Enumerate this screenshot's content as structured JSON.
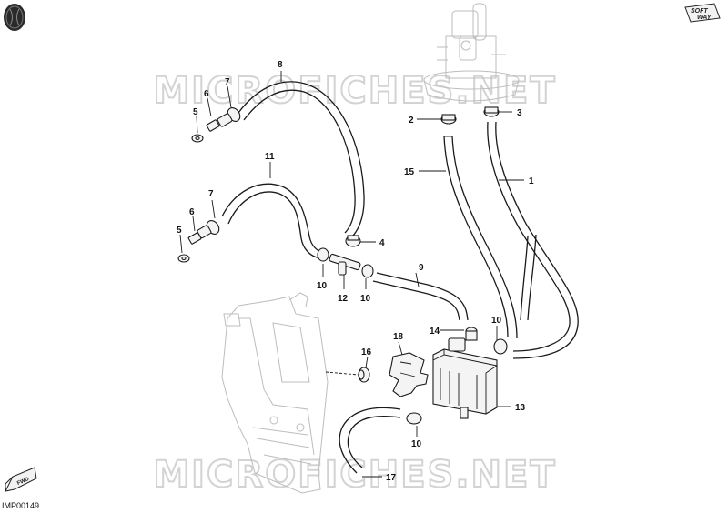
{
  "watermark": "MICROFICHES.NET",
  "diagram_code": "IMP00149",
  "badges": {
    "softway_top": "SOFT",
    "softway_bottom": "WAY",
    "forward": "FWD"
  },
  "icons": {
    "top_left": "circle-logo-icon",
    "top_right": "softway-logo-icon",
    "bottom_left": "fwd-arrow-icon"
  },
  "callouts": [
    "1",
    "2",
    "3",
    "4",
    "5",
    "6",
    "7",
    "8",
    "9",
    "10",
    "11",
    "12",
    "13",
    "14",
    "15",
    "16",
    "17",
    "18"
  ],
  "labels": {
    "c8": "8",
    "c7a": "7",
    "c6a": "6",
    "c5a": "5",
    "c2": "2",
    "c3": "3",
    "c15": "15",
    "c1": "1",
    "c11": "11",
    "c7b": "7",
    "c6b": "6",
    "c5b": "5",
    "c4": "4",
    "c9": "9",
    "c10a": "10",
    "c12": "12",
    "c10b": "10",
    "c14": "14",
    "c10c": "10",
    "c18": "18",
    "c16": "16",
    "c13": "13",
    "c10d": "10",
    "c17": "17"
  }
}
